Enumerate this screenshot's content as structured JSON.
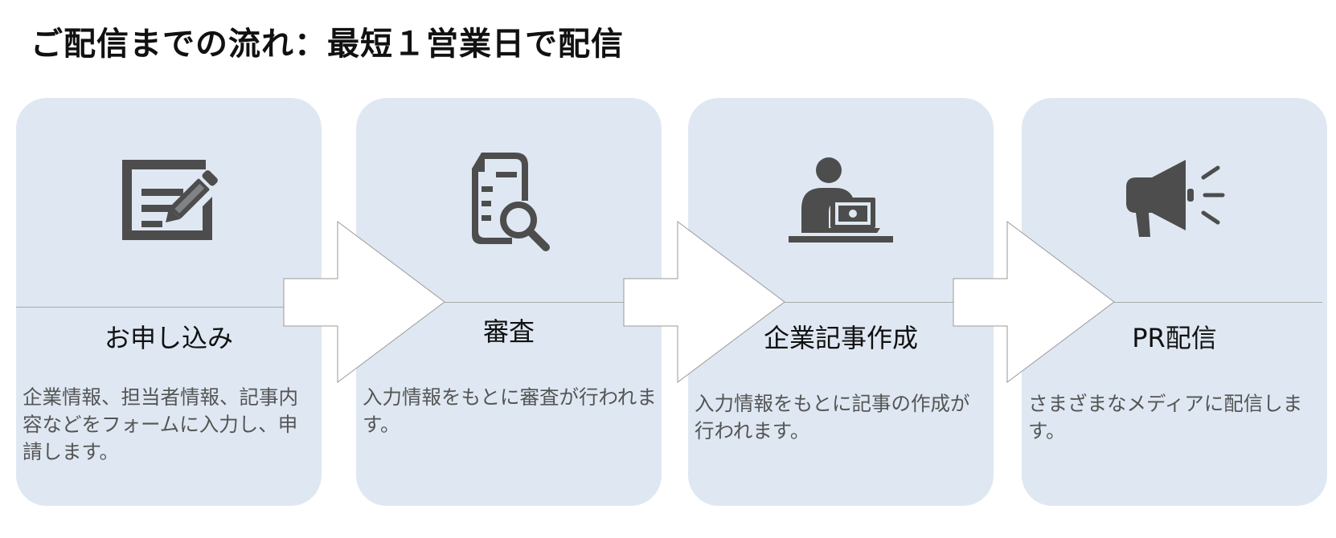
{
  "page": {
    "title": "ご配信までの流れ：最短１営業日で配信"
  },
  "steps": [
    {
      "title": "お申し込み",
      "description": "企業情報、担当者情報、記事内容などをフォームに入力し、申請します。",
      "icon": "form-edit-icon"
    },
    {
      "title": "審査",
      "description": "入力情報をもとに審査が行われます。",
      "icon": "document-search-icon"
    },
    {
      "title": "企業記事作成",
      "description": "入力情報をもとに記事の作成が行われます。",
      "icon": "person-laptop-icon"
    },
    {
      "title": "PR配信",
      "description": "さまざまなメディアに配信します。",
      "icon": "megaphone-icon"
    }
  ],
  "colors": {
    "card_background": "#dfe8f2",
    "icon": "#4d4d4d",
    "title_text": "#111111",
    "description_text": "#555555",
    "arrow_fill": "#ffffff",
    "arrow_stroke": "#9a9a9a"
  }
}
